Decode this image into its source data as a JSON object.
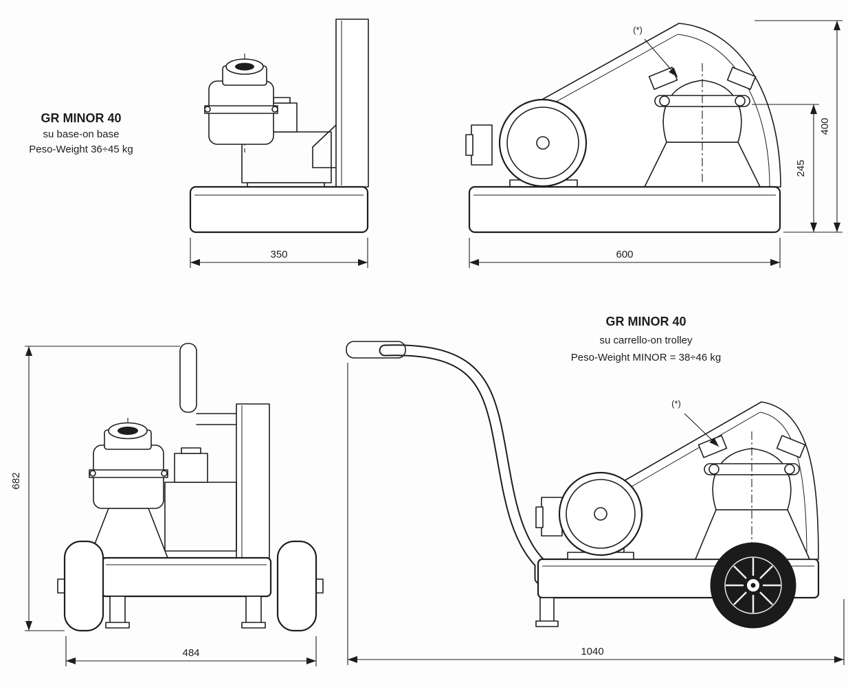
{
  "page": {
    "background": "#fdfdfd",
    "line_color": "#1d1d1b"
  },
  "views": {
    "base_side": {
      "title": "GR MINOR 40",
      "subtitle": "su base-on base",
      "weight": "Peso-Weight 36÷45 kg",
      "dims": {
        "width": "350"
      }
    },
    "base_front": {
      "note": "(*)",
      "dims": {
        "length": "600",
        "height": "400",
        "pump_height": "245"
      }
    },
    "trolley_front": {
      "dims": {
        "height": "682",
        "width": "484"
      }
    },
    "trolley_side": {
      "title": "GR MINOR 40",
      "subtitle": "su carrello-on trolley",
      "weight": "Peso-Weight  MINOR = 38÷46 kg",
      "note": "(*)",
      "dims": {
        "length": "1040"
      }
    }
  }
}
